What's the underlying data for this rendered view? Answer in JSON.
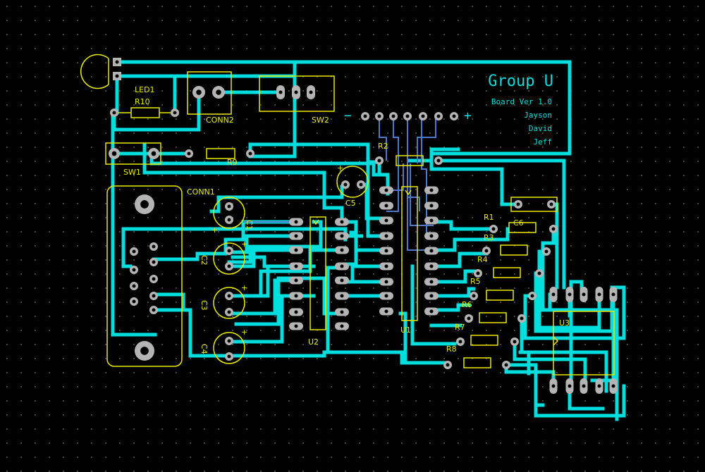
{
  "board": {
    "title": "Group U",
    "version": "Board Ver 1.0",
    "authors": [
      "Jayson",
      "David",
      "Jeff"
    ],
    "minus_label": "−",
    "plus_label": "+"
  },
  "components": {
    "led1": "LED1",
    "r10": "R10",
    "conn2": "CONN2",
    "sw2": "SW2",
    "r2": "R2",
    "r9": "R9",
    "sw1": "SW1",
    "conn1": "CONN1",
    "c5": "C5",
    "c1": "C1",
    "c2": "C2",
    "c3": "C3",
    "c4": "C4",
    "c6": "C6",
    "u1": "U1",
    "u2": "U2",
    "u3": "U3",
    "r1": "R1",
    "r3": "R3",
    "r4": "R4",
    "r5": "R5",
    "r6": "R6",
    "r7": "R7",
    "r8": "R8",
    "plus_mark": "+"
  },
  "colors": {
    "background": "#000000",
    "grid_dot": "#5a5a5a",
    "trace": "#00dede",
    "silkscreen": "#e8e800",
    "pad": "#b4b4b4",
    "inner_trace": "#5078c8"
  }
}
